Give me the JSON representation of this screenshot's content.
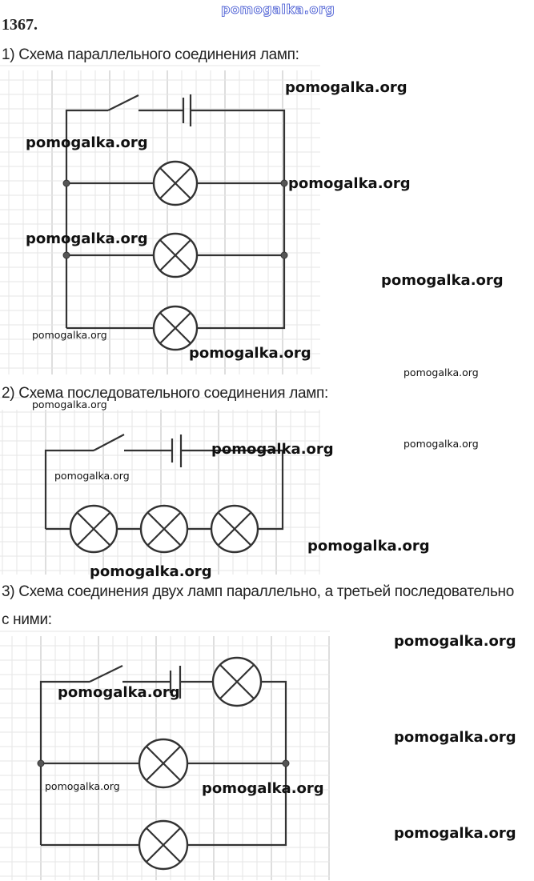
{
  "header": {
    "watermark": "pomogalka.org",
    "problem_number": "1367."
  },
  "sections": [
    {
      "caption": "1) Схема параллельного соединения ламп:"
    },
    {
      "caption": "2) Схема последовательного соединения ламп:"
    },
    {
      "caption": "3) Схема соединения двух ламп параллельно, а третьей последовательно",
      "caption_cont": "с ними:"
    }
  ],
  "watermarks": [
    "pomogalka.org",
    "pomogalka.org",
    "pomogalka.org",
    "pomogalka.org",
    "pomogalka.org",
    "pomogalka.org",
    "pomogalka.org",
    "pomogalka.org",
    "pomogalka.org",
    "pomogalka.org",
    "pomogalka.org",
    "pomogalka.org",
    "pomogalka.org",
    "pomogalka.org",
    "pomogalka.org",
    "pomogalka.org",
    "pomogalka.org",
    "pomogalka.org",
    "pomogalka.org"
  ]
}
